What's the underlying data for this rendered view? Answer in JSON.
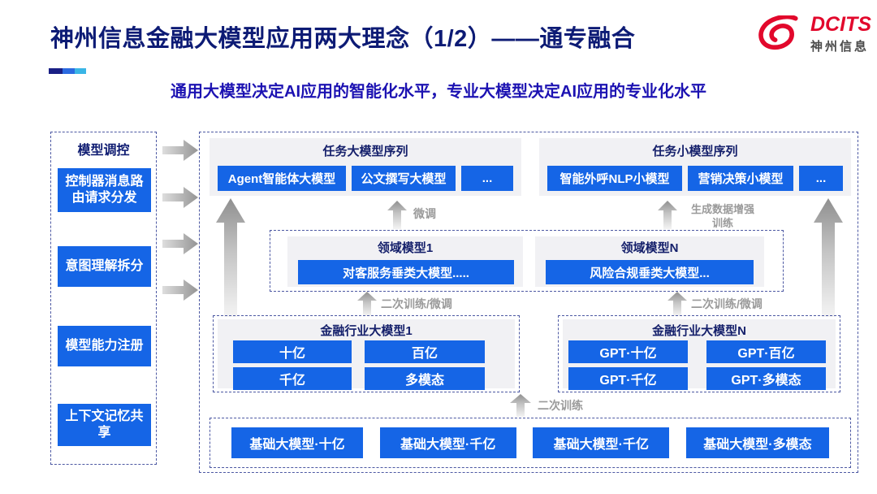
{
  "header": {
    "title": "神州信息金融大模型应用两大理念（1/2）——通专融合",
    "subtitle": "通用大模型决定AI应用的智能化水平，专业大模型决定AI应用的专业化水平",
    "logo": {
      "name": "DCITS",
      "subname": "神州信息"
    }
  },
  "sidebar": {
    "title": "模型调控",
    "items": [
      "控制器消息路由请求分发",
      "意图理解拆分",
      "模型能力注册",
      "上下文记忆共享"
    ]
  },
  "task_rows": {
    "large": {
      "title": "任务大模型序列",
      "items": [
        "Agent智能体大模型",
        "公文撰写大模型",
        "..."
      ]
    },
    "small": {
      "title": "任务小模型序列",
      "items": [
        "智能外呼NLP小模型",
        "营销决策小模型",
        "..."
      ]
    }
  },
  "labels": {
    "finetune": "微调",
    "augment_line1": "生成数据增强",
    "augment_line2": "训练",
    "retrain_finetune": "二次训练/微调",
    "retrain_finetune_right": "二次训练/微调",
    "retrain": "二次训练"
  },
  "domain_row": {
    "left": {
      "title": "领域模型1",
      "item": "对客服务垂类大模型....."
    },
    "right": {
      "title": "领域模型N",
      "item": "风险合规垂类大模型..."
    }
  },
  "industry_row": {
    "left": {
      "title": "金融行业大模型1",
      "items": [
        "十亿",
        "百亿",
        "千亿",
        "多模态"
      ]
    },
    "right": {
      "title": "金融行业大模型N",
      "items": [
        "GPT·十亿",
        "GPT·百亿",
        "GPT·千亿",
        "GPT·多模态"
      ]
    }
  },
  "base_row": {
    "items": [
      "基础大模型·十亿",
      "基础大模型·千亿",
      "基础大模型·千亿",
      "基础大模型·多模态"
    ]
  },
  "colors": {
    "accent_blue": "#1565e6",
    "navy_title": "#0d1b75",
    "subtitle_blue": "#1c12b2",
    "panel_header_navy": "#15206b",
    "logo_red": "#e2082c",
    "panel_gray": "#f1f1f4",
    "dashed_border": "#4d59a3",
    "arrow_label_gray": "#9a9a9a"
  }
}
